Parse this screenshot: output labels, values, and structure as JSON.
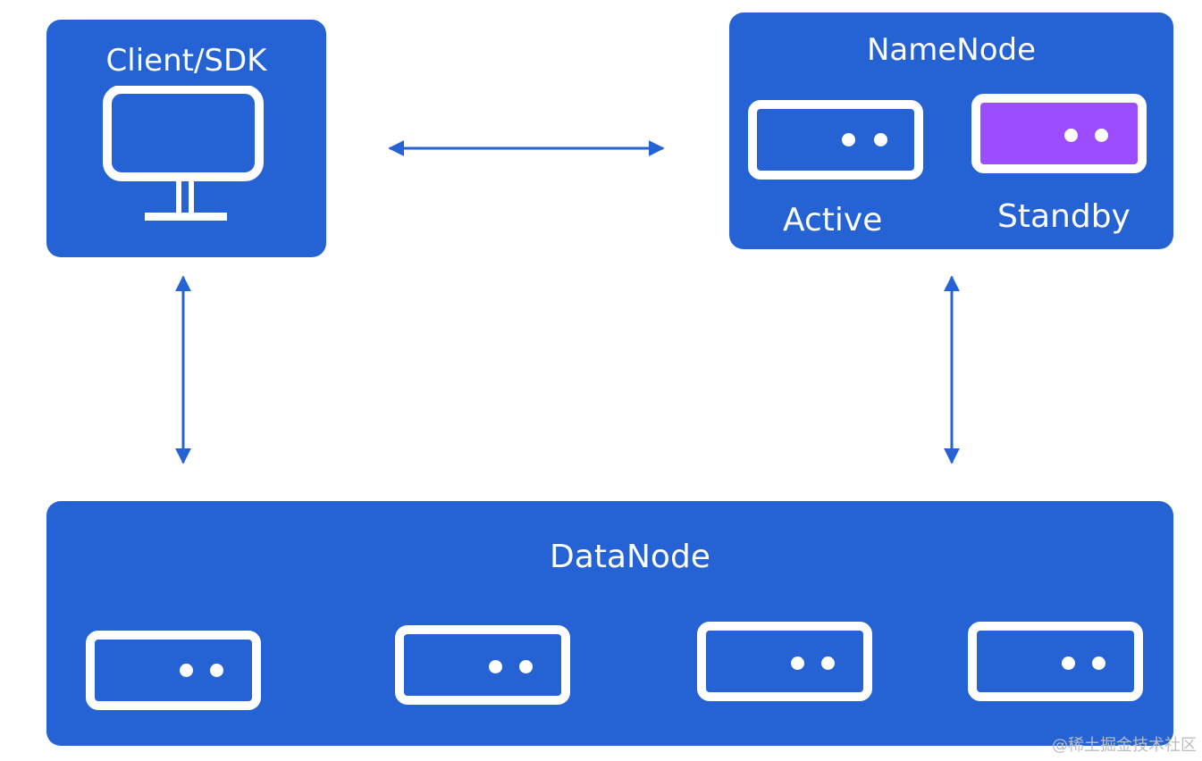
{
  "colors": {
    "panel": "#2563d4",
    "standby": "#9b4dff",
    "arrow": "#2563d4",
    "icon": "#ffffff"
  },
  "client": {
    "title": "Client/SDK",
    "icon": "monitor-icon"
  },
  "namenode": {
    "title": "NameNode",
    "nodes": [
      {
        "label": "Active",
        "state": "active",
        "icon": "server-icon"
      },
      {
        "label": "Standby",
        "state": "standby",
        "icon": "server-icon"
      }
    ]
  },
  "datanode": {
    "title": "DataNode",
    "servers": [
      {
        "icon": "server-icon"
      },
      {
        "icon": "server-icon"
      },
      {
        "icon": "server-icon"
      },
      {
        "icon": "server-icon"
      }
    ]
  },
  "connectors": [
    {
      "from": "client",
      "to": "namenode",
      "type": "bidirectional"
    },
    {
      "from": "client",
      "to": "datanode",
      "type": "bidirectional"
    },
    {
      "from": "namenode",
      "to": "datanode",
      "type": "bidirectional"
    }
  ],
  "watermark": "@稀土掘金技术社区"
}
